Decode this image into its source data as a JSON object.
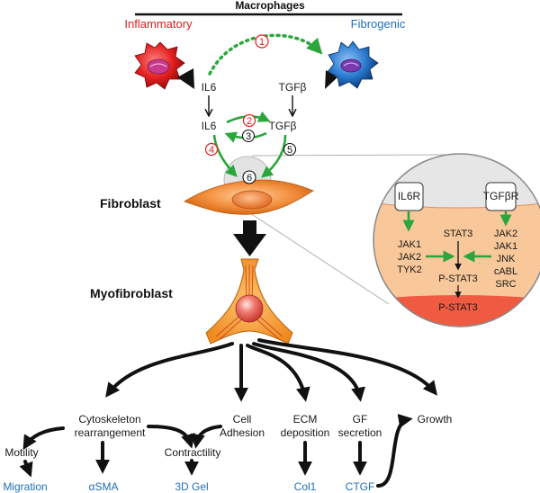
{
  "colors": {
    "inflammatory": "#e02020",
    "fibrogenic": "#1f6fc0",
    "green": "#2aa63a",
    "outcome": "#1f6fb5",
    "fibroblast": "#f08a3c",
    "cytoplasm": "#f8c79a",
    "membrane": "#f05a40"
  },
  "header": {
    "title": "Macrophages",
    "inflammatory": "Inflammatory",
    "fibrogenic": "Fibrogenic"
  },
  "cytokines": {
    "il6_top": "IL6",
    "tgfb_top": "TGFβ",
    "il6_mid": "IL6",
    "tgfb_mid": "TGFβ"
  },
  "steps": {
    "s1": "1",
    "s2": "2",
    "s3": "3",
    "s4": "4",
    "s5": "5",
    "s6": "6"
  },
  "cells": {
    "fibroblast": "Fibroblast",
    "myofibroblast": "Myofibroblast"
  },
  "inset": {
    "il6r": "IL6R",
    "tgfbr": "TGFβR",
    "left_kinases": [
      "JAK1",
      "JAK2",
      "TYK2"
    ],
    "right_kinases": [
      "JAK2",
      "JAK1",
      "JNK",
      "cABL",
      "SRC"
    ],
    "stat3": "STAT3",
    "pstat3": "P-STAT3",
    "pstat3_nuclear": "P-STAT3"
  },
  "processes": {
    "cyto1": "Cytoskeleton",
    "cyto2": "rearrangement",
    "cell1": "Cell",
    "cell2": "Adhesion",
    "ecm1": "ECM",
    "ecm2": "deposition",
    "gf1": "GF",
    "gf2": "secretion",
    "growth": "Growth",
    "motility": "Motility",
    "contractility": "Contractility"
  },
  "outcomes": {
    "migration": "Migration",
    "asma": "αSMA",
    "gel": "3D Gel",
    "col1": "Col1",
    "ctgf": "CTGF"
  }
}
